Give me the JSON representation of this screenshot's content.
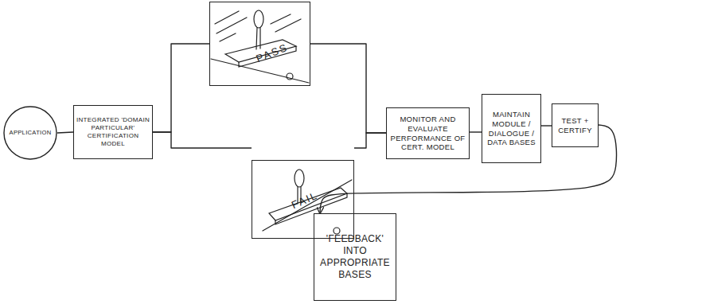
{
  "diagram": {
    "nodes": [
      {
        "text": [
          "APPLICATION"
        ]
      },
      {
        "text": [
          "INTEGRATED 'DOMAIN PARTICULAR' CERTIFICATION MODEL"
        ]
      },
      {
        "text": [
          "PASS"
        ]
      },
      {
        "text": [
          "FAIL"
        ]
      },
      {
        "text": [
          "MONITOR AND EVALUATE PERFORMANCE OF CERT. MODEL"
        ]
      },
      {
        "text": [
          "MAINTAIN MODULE / DIALOGUE / DATA BASES"
        ]
      },
      {
        "text": [
          "TEST + CERTIFY"
        ]
      },
      {
        "text": [
          "'FEEDBACK' INTO APPROPRIATE BASES"
        ]
      }
    ],
    "edges": [
      {
        "from": 0,
        "to": 1,
        "arrow": "none"
      },
      {
        "from": 1,
        "to": 2,
        "arrow": "none"
      },
      {
        "from": 1,
        "to": 3,
        "arrow": "none"
      },
      {
        "from": 2,
        "to": 4,
        "arrow": "none"
      },
      {
        "from": 3,
        "to": 4,
        "arrow": "none"
      },
      {
        "from": 4,
        "to": 5,
        "arrow": "none"
      },
      {
        "from": 5,
        "to": 6,
        "arrow": "none"
      },
      {
        "from": 6,
        "to": 7,
        "arrow": "to"
      }
    ]
  }
}
